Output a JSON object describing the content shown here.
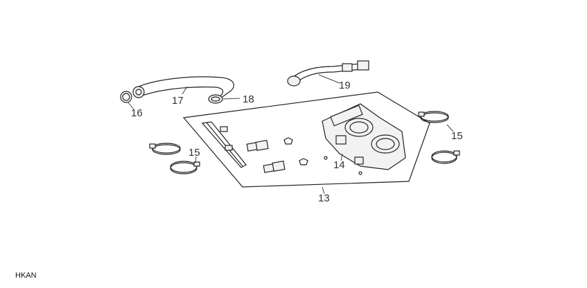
{
  "diagram": {
    "callouts": {
      "c13": "13",
      "c14": "14",
      "c15a": "15",
      "c15b": "15",
      "c16": "16",
      "c17": "17",
      "c18": "18",
      "c19": "19"
    }
  },
  "footer": {
    "code": "HKAN"
  }
}
